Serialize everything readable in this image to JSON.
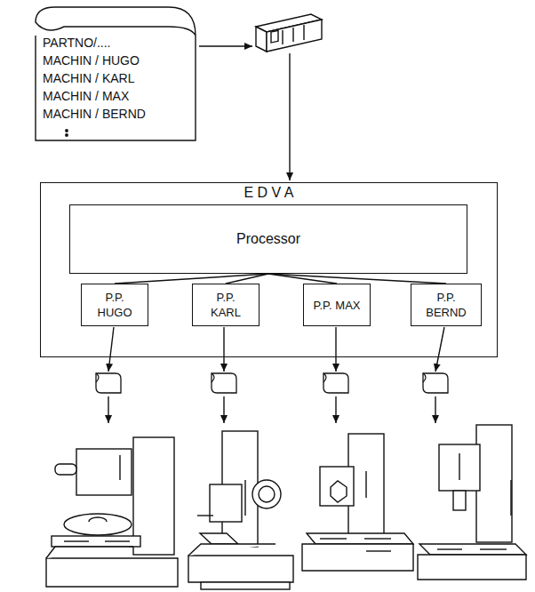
{
  "diagram": {
    "nodes": [
      {
        "text": [
          "PARTNO/....",
          "MACHIN / HUGO",
          "MACHIN / KARL",
          "MACHIN / MAX",
          "MACHIN / BERND"
        ]
      },
      {
        "text": [
          "E D V A"
        ]
      },
      {
        "text": [
          "Processor"
        ],
        "in": 1
      },
      {
        "text": [
          "P.P. HUGO"
        ],
        "in": 1
      },
      {
        "text": [
          "P.P. KARL"
        ],
        "in": 1
      },
      {
        "text": [
          "P.P. MAX"
        ],
        "in": 1
      },
      {
        "text": [
          "P.P. BERND"
        ],
        "in": 1
      }
    ],
    "edges": [
      {
        "from": 2,
        "to": 3,
        "arrow": "none"
      },
      {
        "from": 2,
        "to": 4,
        "arrow": "none"
      },
      {
        "from": 2,
        "to": 5,
        "arrow": "none"
      },
      {
        "from": 2,
        "to": 6,
        "arrow": "none"
      }
    ]
  }
}
